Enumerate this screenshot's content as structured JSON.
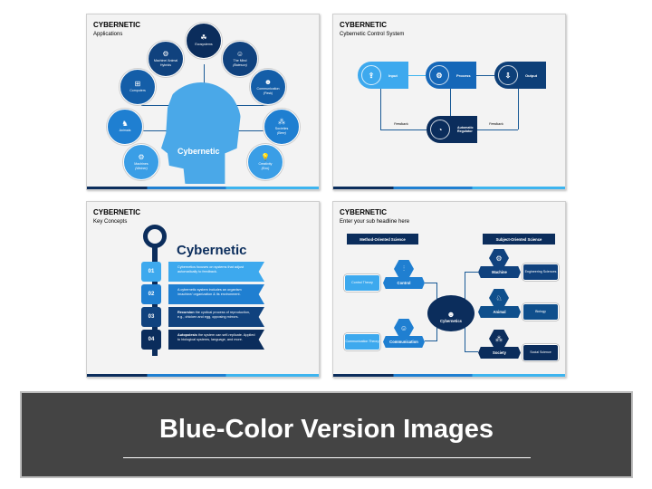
{
  "slides": [
    {
      "title": "CYBERNETIC",
      "subtitle": "Applications",
      "center": "Cybernetic",
      "nodes": [
        {
          "label": "Ecosystems",
          "sub": "",
          "icon": "ecosystem-icon"
        },
        {
          "label": "Machine/ Animal Hybrids",
          "sub": "",
          "icon": "robot-arm-icon"
        },
        {
          "label": "The Mind",
          "sub": "(Bateson)",
          "icon": "mind-icon"
        },
        {
          "label": "Computers",
          "sub": "",
          "icon": "network-icon"
        },
        {
          "label": "Communication",
          "sub": "(Pask)",
          "icon": "people-icon"
        },
        {
          "label": "Animals",
          "sub": "",
          "icon": "animal-icon"
        },
        {
          "label": "Societies",
          "sub": "(Beer)",
          "icon": "society-icon"
        },
        {
          "label": "Machines",
          "sub": "(Weiner)",
          "icon": "machine-icon"
        },
        {
          "label": "Creativity",
          "sub": "(Eno)",
          "icon": "lightbulb-icon"
        }
      ]
    },
    {
      "title": "CYBERNETIC",
      "subtitle": "Cybernetic Control System",
      "input": "Input",
      "process": "Process",
      "output": "Output",
      "regulator": "Automatic Regulator",
      "feedback_left": "Feedback",
      "feedback_right": "Feedback"
    },
    {
      "title": "CYBERNETIC",
      "subtitle": "Key Concepts",
      "heading": "Cybernetic",
      "items": [
        {
          "num": "01",
          "bold": "",
          "text": "Cybernetics focuses on systems that adjust automatically to feedback."
        },
        {
          "num": "02",
          "bold": "",
          "text": "A cybernetic system includes an organism /machine/ organization & its environment."
        },
        {
          "num": "03",
          "bold": "Recursion",
          "text": " the cyclical process of reproduction, e.g., chicken and egg, opposing mirrors."
        },
        {
          "num": "04",
          "bold": "Autopoiesis",
          "text": " the system can self-replicate. Applied to biological systems, language, and more."
        }
      ]
    },
    {
      "title": "CYBERNETIC",
      "subtitle": "Enter your sub headline here",
      "left_header": "Method-Oriented Science",
      "right_header": "Subject-Oriented Science",
      "center": "Cybernetics",
      "left": [
        {
          "label": "Control",
          "box": "Control Theory"
        },
        {
          "label": "Communication",
          "box": "Communication Theory"
        }
      ],
      "right": [
        {
          "label": "Machine",
          "box": "Engineering Sciences"
        },
        {
          "label": "Animal",
          "box": "Biology"
        },
        {
          "label": "Society",
          "box": "Social Science"
        }
      ]
    }
  ],
  "banner": {
    "title": "Blue-Color Version Images"
  },
  "colors": {
    "navy": "#0b2d5c",
    "mid": "#0f5da8",
    "blue": "#1f7fd1",
    "light": "#3db4ef",
    "banner": "#444444"
  }
}
